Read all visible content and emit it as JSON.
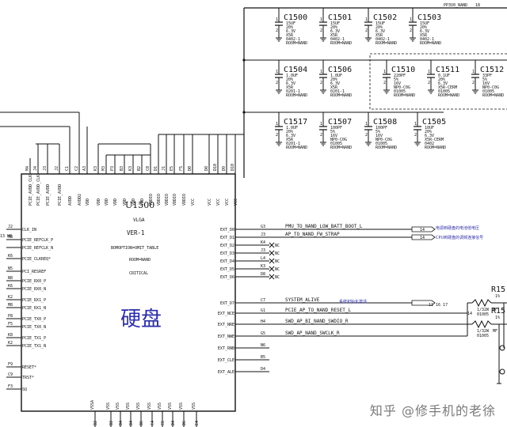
{
  "rail": {
    "name": "PP3V0_NAND",
    "sheet_ref": "18"
  },
  "capacitors_row1": [
    {
      "ref": "C1500",
      "val": "15UF",
      "l1": "20%",
      "l2": "6.3V",
      "l3": "X5R",
      "l4": "0402-1",
      "l5": "ROOM=NAND"
    },
    {
      "ref": "C1501",
      "val": "15UF",
      "l1": "20%",
      "l2": "6.3V",
      "l3": "X5R",
      "l4": "0402-1",
      "l5": "ROOM=NAND"
    },
    {
      "ref": "C1502",
      "val": "15UF",
      "l1": "20%",
      "l2": "6.3V",
      "l3": "X5R",
      "l4": "0402-1",
      "l5": "ROOM=NAND"
    },
    {
      "ref": "C1503",
      "val": "15UF",
      "l1": "20%",
      "l2": "6.3V",
      "l3": "X5R",
      "l4": "0402-1",
      "l5": "ROOM=NAND"
    }
  ],
  "capacitors_row2": [
    {
      "ref": "C1504",
      "val": "1.0UF",
      "l1": "20%",
      "l2": "6.3V",
      "l3": "X5R",
      "l4": "0201-1",
      "l5": "ROOM=NAND"
    },
    {
      "ref": "C1506",
      "val": "1.0UF",
      "l1": "20%",
      "l2": "6.3V",
      "l3": "X5R",
      "l4": "0201-1",
      "l5": "ROOM=NAND"
    },
    {
      "ref": "C1510",
      "val": "220PF",
      "l1": "5%",
      "l2": "16V",
      "l3": "NP0-C0G",
      "l4": "01005",
      "l5": "ROOM=NAND"
    },
    {
      "ref": "C1511",
      "val": "0.1UF",
      "l1": "20%",
      "l2": "6.3V",
      "l3": "X5R-CERM",
      "l4": "01005",
      "l5": "ROOM=NAND"
    },
    {
      "ref": "C1512",
      "val": "33PF",
      "l1": "5%",
      "l2": "16V",
      "l3": "NP0-C0G",
      "l4": "01005",
      "l5": "ROOM=NAND"
    }
  ],
  "capacitors_row3": [
    {
      "ref": "C1517",
      "val": "1.0UF",
      "l1": "20%",
      "l2": "6.3V",
      "l3": "X5R",
      "l4": "0201-1",
      "l5": "ROOM=NAND"
    },
    {
      "ref": "C1507",
      "val": "100PF",
      "l1": "5%",
      "l2": "16V",
      "l3": "NP0-C0G",
      "l4": "01005",
      "l5": "ROOM=NAND"
    },
    {
      "ref": "C1508",
      "val": "100PF",
      "l1": "5%",
      "l2": "16V",
      "l3": "NP0-C0G",
      "l4": "01005",
      "l5": "ROOM=NAND"
    },
    {
      "ref": "C1505",
      "val": "10UF",
      "l1": "20%",
      "l2": "6.3V",
      "l3": "X5R-CERM",
      "l4": "0402",
      "l5": "ROOM=NAND"
    }
  ],
  "ic": {
    "ref": "U1500",
    "package": "VLGA",
    "version": "VER-1",
    "bom_option": "BOMOPTION=OMIT_TABLE",
    "room": "ROOM=NAND",
    "critical": "CRITICAL",
    "label_cn": "硬盘"
  },
  "top_pins": [
    {
      "name": "PCIE_AVDD_CLK",
      "num": "M4"
    },
    {
      "name": "PCIE_AVDD_CLK",
      "num": "J4"
    },
    {
      "name": "PCIE_AVDD",
      "num": "J3"
    },
    {
      "name": "PCIE_AVDD",
      "num": "J2"
    },
    {
      "name": "AVDD",
      "num": "C1"
    },
    {
      "name": "AVDD2",
      "num": "C2"
    },
    {
      "name": "VDD",
      "num": "A3"
    },
    {
      "name": "VDD",
      "num": "K3"
    },
    {
      "name": "VDD",
      "num": "M3"
    },
    {
      "name": "VDD",
      "num": "P3"
    },
    {
      "name": "VDD",
      "num": "B3"
    },
    {
      "name": "VDD",
      "num": "K3"
    },
    {
      "name": "VDD",
      "num": "B2"
    },
    {
      "name": "VDDIO",
      "num": "C0"
    },
    {
      "name": "VDDIO",
      "num": "D1"
    },
    {
      "name": "VDDIO",
      "num": "J1"
    },
    {
      "name": "VDDIO",
      "num": "E5"
    },
    {
      "name": "VDDIO",
      "num": "F5"
    },
    {
      "name": "VCC",
      "num": "D0"
    },
    {
      "name": "VCC",
      "num": "D8"
    },
    {
      "name": "VCC",
      "num": "D10"
    },
    {
      "name": "VCC",
      "num": "D9"
    },
    {
      "name": "VCC",
      "num": "D10"
    }
  ],
  "left_pins": [
    {
      "num": "J2",
      "name": "CLK_IN"
    },
    {
      "num": "H8",
      "name": "PCIE_REFCLK_P"
    },
    {
      "name": "PCIE_REFCLK_N"
    },
    {
      "num": "K6",
      "name": "PCIE_CLKREQ*"
    },
    {
      "num": "N5",
      "name": "PCI_RESREF"
    },
    {
      "num": "N8",
      "name": "PCIE_RX0_P"
    },
    {
      "num": "K6",
      "name": "PCIE_RX0_N"
    },
    {
      "num": "K2",
      "name": "PCIE_RX1_P"
    },
    {
      "num": "M8",
      "name": "PCIE_RX1_N"
    },
    {
      "num": "P8",
      "name": "PCIE_TX0_P"
    },
    {
      "num": "F5",
      "name": "PCIE_TX0_N"
    },
    {
      "num": "K8",
      "name": "PCIE_TX1_P"
    },
    {
      "num": "K2",
      "name": "PCIE_TX1_N"
    },
    {
      "num": "F9",
      "name": "RESET*"
    },
    {
      "num": "C9",
      "name": "TRST*"
    },
    {
      "num": "F3",
      "name": "SQ"
    }
  ],
  "left_offsheet": [
    "13 H8"
  ],
  "right_pins": [
    {
      "name": "EXT_D0",
      "num": "G3",
      "net": "PMU_TO_NAND_LOW_BATT_BOOT_L"
    },
    {
      "name": "EXT_D1",
      "num": "J3",
      "net": "AP_TO_NAND_FW_STRAP"
    },
    {
      "name": "EXT_D2",
      "num": "K4",
      "net": ""
    },
    {
      "name": "EXT_D3",
      "num": "J3",
      "net": ""
    },
    {
      "name": "EXT_D4",
      "num": "L4",
      "net": ""
    },
    {
      "name": "EXT_D5",
      "num": "K3",
      "net": ""
    },
    {
      "name": "EXT_D6",
      "num": "D8",
      "net": ""
    },
    {
      "name": "EXT_D7",
      "num": "C7",
      "net": "SYSTEM_ALIVE"
    },
    {
      "name": "EXT_NCE",
      "num": "G1",
      "net": "PCIE_AP_TO_NAND_RESET_L"
    },
    {
      "name": "EXT_NRE",
      "num": "H4",
      "net": "SWD_AP_BI_NAND_SWDIO_R"
    },
    {
      "name": "EXT_NWE",
      "num": "G5",
      "net": "SWD_AP_NAND_SWCLK_R"
    },
    {
      "name": "EXT_RNB",
      "num": "N6",
      "net": ""
    },
    {
      "name": "EXT_CLE",
      "num": "B5",
      "net": ""
    },
    {
      "name": "EXT_ALE",
      "num": "D4",
      "net": ""
    }
  ],
  "nc_label": "NC",
  "notes": {
    "n1": "电源到硬盘的电池低电压",
    "n2": "CPU到硬盘的调频连接信号",
    "n3": "系统初始化激活"
  },
  "offsheet_refs": {
    "o1": "14",
    "o2": "14",
    "o3": "11 16 17",
    "o4": "14"
  },
  "resistors": [
    {
      "ref": "R15",
      "tol": "1%",
      "l2": "1/32W",
      "l3": "MF",
      "l4": "01005"
    },
    {
      "ref": "R15",
      "tol": "1%",
      "l2": "1/32W",
      "l3": "MF",
      "l4": "01005"
    }
  ],
  "bottom_pins": [
    "VSSA",
    "VSS",
    "VSS",
    "VSS",
    "VSS",
    "VSS",
    "VSS",
    "VSS",
    "VSS",
    "VSS"
  ],
  "bottom_nums": [
    "B2",
    "B2",
    "B4",
    "B4",
    "B6",
    "C4",
    "C6",
    "D4",
    "D6",
    "E4"
  ],
  "watermark": "知乎 @修手机的老徐",
  "colors": {
    "ink": "#111111",
    "note": "#2d2da8",
    "watermark": "#7a7a7a"
  }
}
